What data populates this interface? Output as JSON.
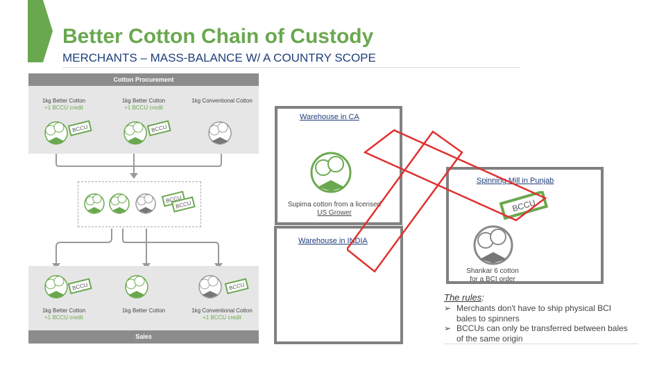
{
  "header": {
    "title": "Better Cotton Chain of Custody",
    "subtitle": "MERCHANTS – MASS-BALANCE W/ A COUNTRY SCOPE"
  },
  "procurement": {
    "title": "Cotton Procurement",
    "items": [
      {
        "label": "1kg Better Cotton",
        "credit": "+1 BCCU credit"
      },
      {
        "label": "1kg Better Cotton",
        "credit": "+1 BCCU credit"
      },
      {
        "label": "1kg Conventional Cotton",
        "credit": ""
      }
    ],
    "badge": "BCCU"
  },
  "sales": {
    "title": "Sales",
    "items": [
      {
        "label": "1kg Better Cotton",
        "credit": "+1 BCCU credit"
      },
      {
        "label": "1kg Better Cotton",
        "credit": ""
      },
      {
        "label": "1kg Conventional Cotton",
        "credit": "+1 BCCU credit"
      }
    ]
  },
  "warehouse_ca": {
    "label": "Warehouse in CA",
    "note_line1": "Supima cotton from a licensed",
    "note_line2": "US Grower"
  },
  "spinning_mill": {
    "label": "Spinning Mill in Punjab",
    "badge": "BCCU",
    "note_line1": "Shankar 6 cotton",
    "note_line2": "for a BCI order"
  },
  "warehouse_india": {
    "label": "Warehouse in INDIA"
  },
  "rules": {
    "title": "The rules",
    "title_suffix": ":",
    "items": [
      {
        "line1": "Merchants don't have to ship physical BCI",
        "line2": "bales to spinners"
      },
      {
        "line1": "BCCUs can only be transferred between bales",
        "line2": "of the same origin"
      }
    ]
  },
  "colors": {
    "accent_green": "#6aa84f",
    "navy": "#1f3d7a",
    "box_border": "#808080",
    "cross_red": "#e03030"
  }
}
